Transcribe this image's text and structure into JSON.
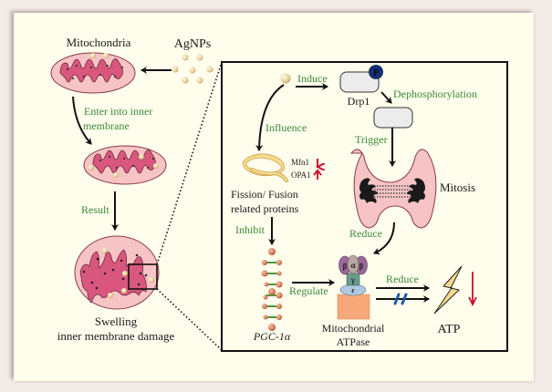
{
  "colors": {
    "page_background": "#f3ebe8",
    "card_background": "#fffdec",
    "process_label": "#3a8a3a",
    "entity_label": "#1a1a1a",
    "mito_fill": "#f6c4c4",
    "mito_inner": "#d9577e",
    "particle": "#e6d6a6",
    "phospho": "#13317a",
    "down_arrow": "#c8102e",
    "atpase_base": "#f6a878",
    "bolt": "#f8dc8c",
    "pgc_bead": "#d47a5a",
    "pgc_rung": "#4c9a3c",
    "block_mark": "#1a5aa6"
  },
  "left_panel": {
    "mitochondria_label": "Mitochondria",
    "agnps_label": "AgNPs",
    "enter_label_line1": "Enter into inner",
    "enter_label_line2": "membrane",
    "result_label": "Result",
    "swelling_label_line1": "Swelling",
    "swelling_label_line2": "inner membrane damage"
  },
  "detail_panel": {
    "induce_label": "Induce",
    "drp1_label": "Drp1",
    "phospho_badge": "P",
    "dephosphorylation_label": "Dephosphorylation",
    "influence_label": "Influence",
    "trigger_label": "Trigger",
    "mfn1_label": "Mfn1",
    "opa1_label": "OPA1",
    "mfn1_direction": "down",
    "opa1_direction": "up",
    "fission_label_line1": "Fission/ Fusion",
    "fission_label_line2": "related proteins",
    "mitosis_label": "Mitosis",
    "inhibit_label": "Inhibit",
    "reduce_label_1": "Reduce",
    "regulate_label": "Regulate",
    "reduce_label_2": "Reduce",
    "pgc_label": "PGC-1α",
    "atpase_label_line1": "Mitochondrial",
    "atpase_label_line2": "ATPase",
    "atp_label": "ATP",
    "atp_direction": "down",
    "subunits": {
      "beta_left": "β",
      "alpha": "α",
      "beta_right": "β",
      "gamma": "γ",
      "epsilon": "ε"
    }
  }
}
